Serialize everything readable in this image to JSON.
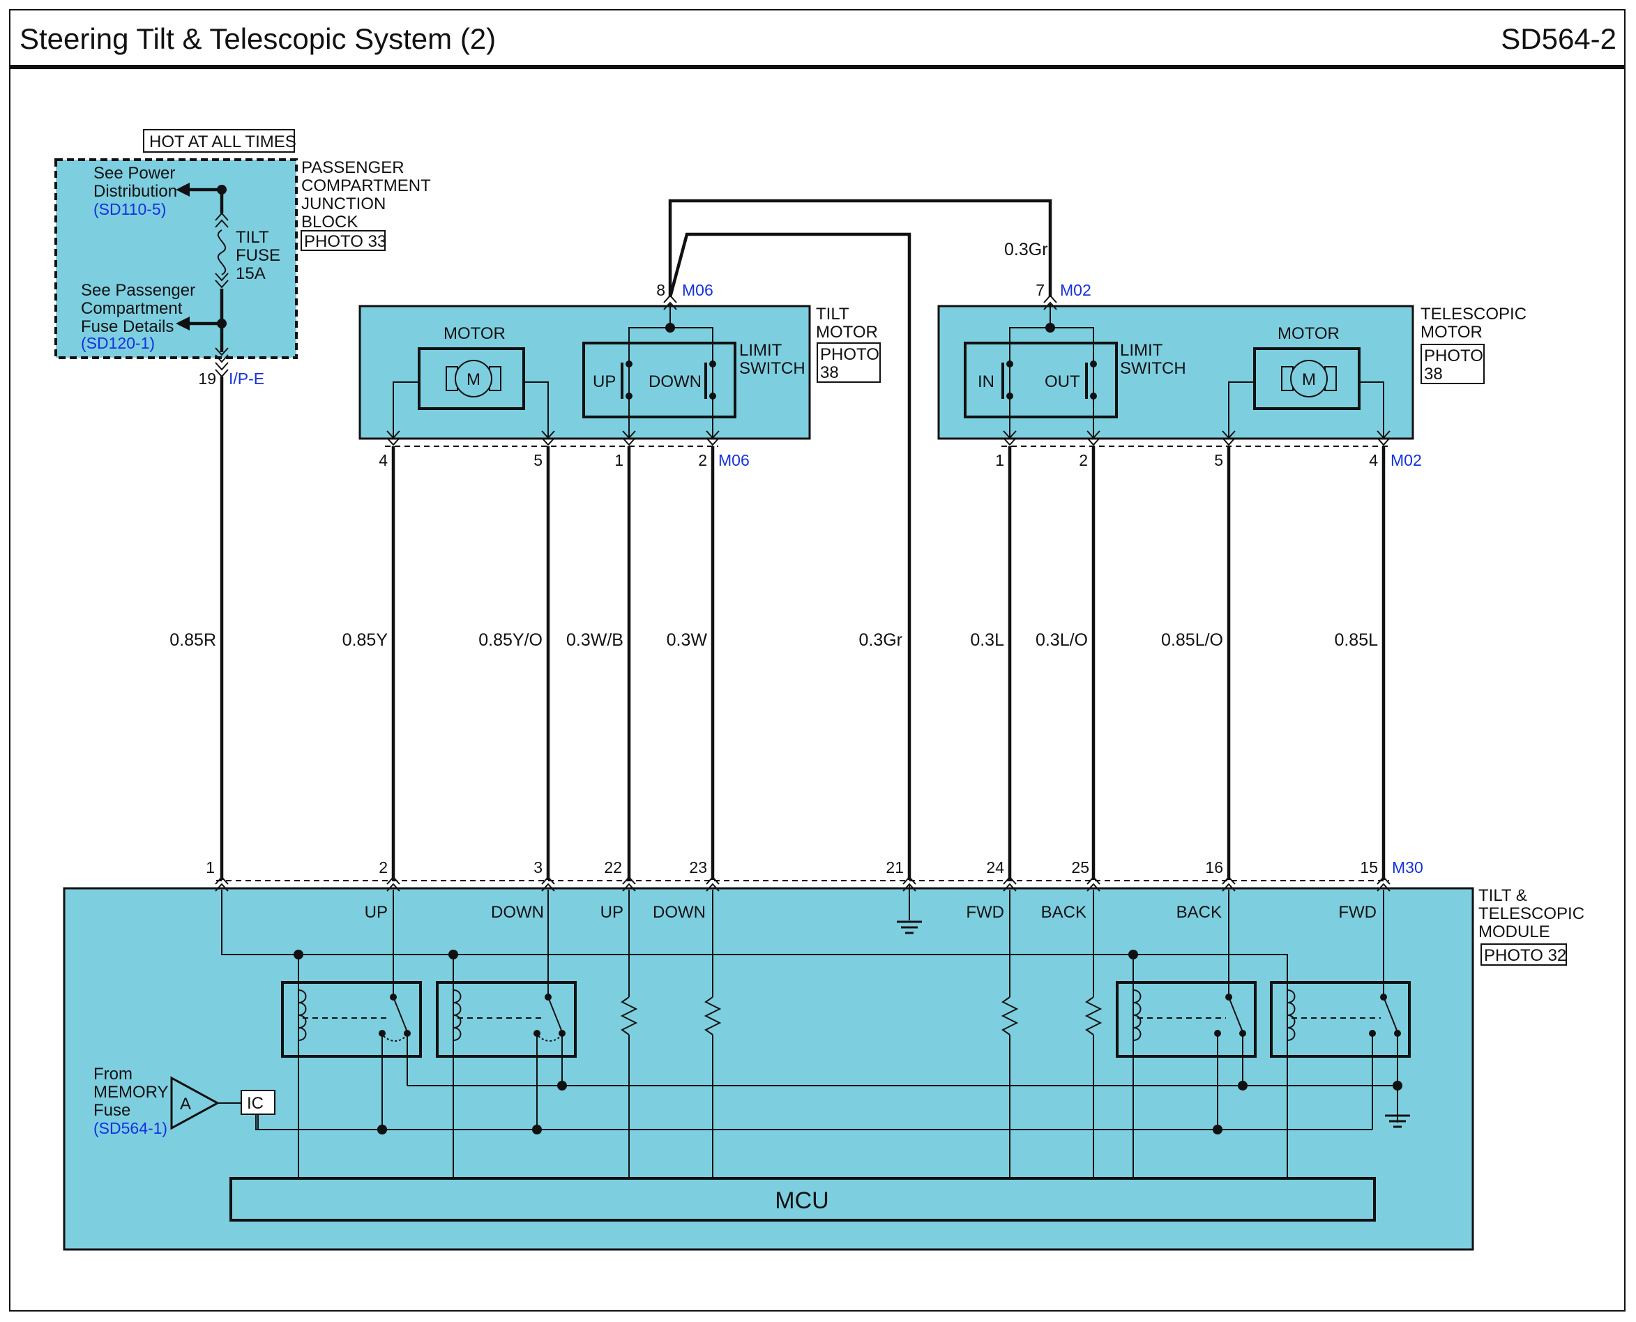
{
  "header": {
    "title": "Steering Tilt & Telescopic System (2)",
    "code": "SD564-2"
  },
  "fuse_block": {
    "hot_label": "HOT AT ALL TIMES",
    "name_lines": [
      "PASSENGER",
      "COMPARTMENT",
      "JUNCTION",
      "BLOCK"
    ],
    "photo": "PHOTO 33",
    "power_ref_lines": [
      "See Power",
      "Distribution"
    ],
    "power_ref_code": "(SD110-5)",
    "fuse_lines": [
      "TILT",
      "FUSE",
      "15A"
    ],
    "details_lines": [
      "See Passenger",
      "Compartment",
      "Fuse Details"
    ],
    "details_code": "(SD120-1)",
    "pin": "19",
    "connector": "I/P-E"
  },
  "tilt_motor": {
    "name_lines": [
      "TILT",
      "MOTOR"
    ],
    "photo_lines": [
      "PHOTO",
      "38"
    ],
    "motor_label": "MOTOR",
    "motor_symbol": "M",
    "limit_lines": [
      "LIMIT",
      "SWITCH"
    ],
    "up_label": "UP",
    "down_label": "DOWN",
    "top_pin": "8",
    "top_connector": "M06",
    "bottom_pins": [
      "4",
      "5",
      "1",
      "2"
    ],
    "bottom_connector": "M06"
  },
  "telescopic_motor": {
    "name_lines": [
      "TELESCOPIC",
      "MOTOR"
    ],
    "photo_lines": [
      "PHOTO",
      "38"
    ],
    "motor_label": "MOTOR",
    "motor_symbol": "M",
    "limit_lines": [
      "LIMIT",
      "SWITCH"
    ],
    "in_label": "IN",
    "out_label": "OUT",
    "top_pin": "7",
    "top_connector": "M02",
    "top_wire": "0.3Gr",
    "bottom_pins": [
      "1",
      "2",
      "5",
      "4"
    ],
    "bottom_connector": "M02"
  },
  "wires": [
    "0.85R",
    "0.85Y",
    "0.85Y/O",
    "0.3W/B",
    "0.3W",
    "0.3Gr",
    "0.3L",
    "0.3L/O",
    "0.85L/O",
    "0.85L"
  ],
  "module": {
    "name_lines": [
      "TILT &",
      "TELESCOPIC",
      "MODULE"
    ],
    "photo": "PHOTO 32",
    "connector": "M30",
    "pins": [
      "1",
      "2",
      "3",
      "22",
      "23",
      "21",
      "24",
      "25",
      "16",
      "15"
    ],
    "signals": [
      "UP",
      "DOWN",
      "UP",
      "DOWN",
      "FWD",
      "BACK",
      "BACK",
      "FWD"
    ],
    "memory_lines": [
      "From",
      "MEMORY",
      "Fuse"
    ],
    "memory_code": "(SD564-1)",
    "amp_label": "A",
    "ic_label": "IC",
    "mcu_label": "MCU"
  }
}
